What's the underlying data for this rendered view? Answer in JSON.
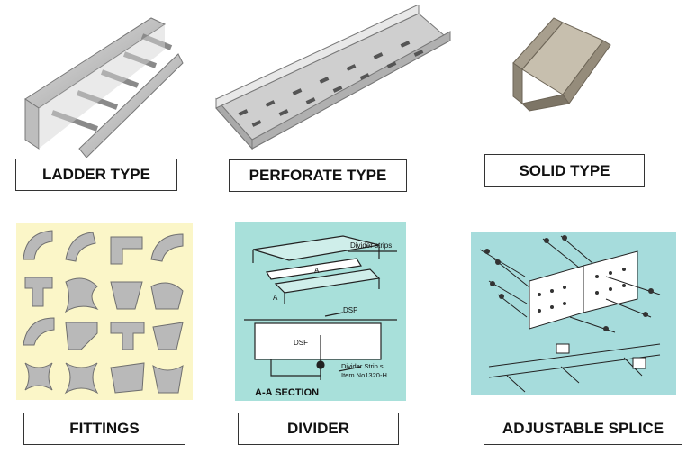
{
  "items": [
    {
      "label": "LADDER TYPE"
    },
    {
      "label": "PERFORATE TYPE"
    },
    {
      "label": "SOLID TYPE"
    },
    {
      "label": "FITTINGS"
    },
    {
      "label": "DIVIDER"
    },
    {
      "label": "ADJUSTABLE SPLICE"
    }
  ],
  "divider_diagram": {
    "strips_label": "Divider strips",
    "a_left": "A",
    "a_right": "A",
    "dsp": "DSP",
    "dsf": "DSF",
    "strip_note_1": "Divider Strip s",
    "strip_note_2": "Item No1320-H",
    "section_title": "A-A SECTION"
  },
  "colors": {
    "divider_bg": "#a8e0da",
    "splice_bg": "#a6dcdc",
    "fittings_bg": "#fbf6c8"
  }
}
